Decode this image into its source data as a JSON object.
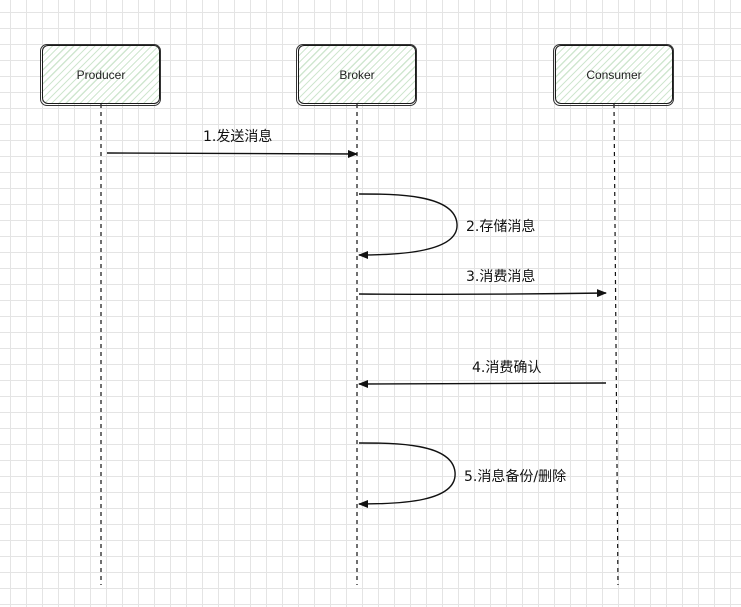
{
  "participants": {
    "producer": "Producer",
    "broker": "Broker",
    "consumer": "Consumer"
  },
  "messages": {
    "m1": "1.发送消息",
    "m2": "2.存储消息",
    "m3": "3.消费消息",
    "m4": "4.消费确认",
    "m5": "5.消息备份/删除"
  },
  "colors": {
    "actor_fill_hatch": "#7fbf7f",
    "stroke": "#1a1a1a",
    "grid": "#e4e4e4"
  }
}
